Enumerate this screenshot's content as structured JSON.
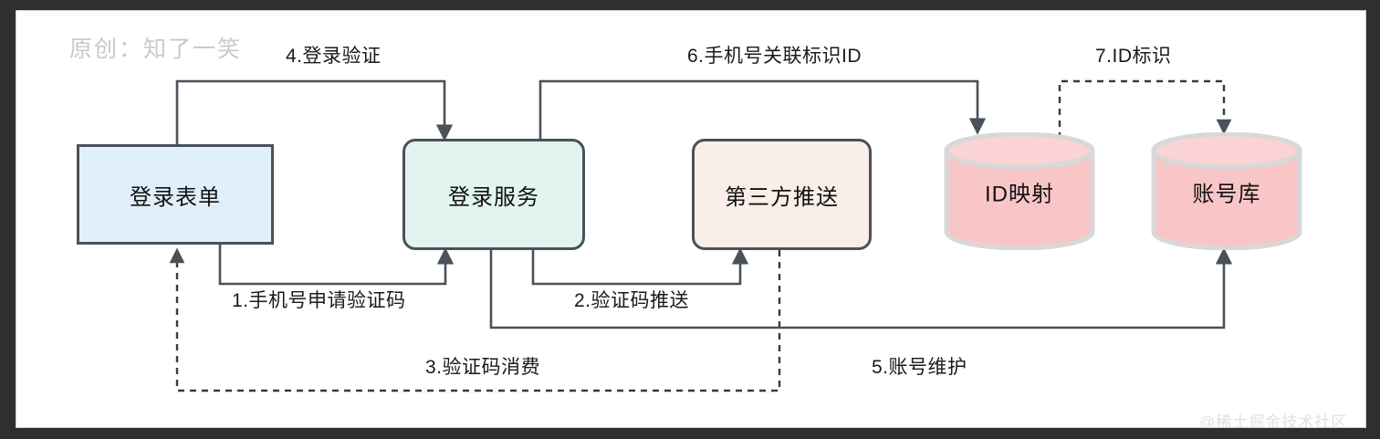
{
  "diagram": {
    "title_watermark": "原创：知了一笑",
    "footer_watermark": "@稀土掘金技术社区",
    "nodes": [
      {
        "id": "login-form",
        "label": "登录表单",
        "shape": "rect",
        "fill": "#e1effa",
        "stroke": "#4a5159"
      },
      {
        "id": "login-service",
        "label": "登录服务",
        "shape": "rounded",
        "fill": "#e2f4ef",
        "stroke": "#4a5159"
      },
      {
        "id": "third-party-push",
        "label": "第三方推送",
        "shape": "rounded",
        "fill": "#f9efe8",
        "stroke": "#4a5159"
      },
      {
        "id": "id-mapping",
        "label": "ID映射",
        "shape": "cylinder",
        "fill": "#f9c6c8",
        "stroke": "#d6d6d6"
      },
      {
        "id": "account-db",
        "label": "账号库",
        "shape": "cylinder",
        "fill": "#f9c6c8",
        "stroke": "#d6d6d6"
      }
    ],
    "edges": [
      {
        "n": "1",
        "label": "1.手机号申请验证码",
        "from": "login-form",
        "to": "login-service",
        "style": "solid"
      },
      {
        "n": "2",
        "label": "2.验证码推送",
        "from": "login-service",
        "to": "third-party-push",
        "style": "solid"
      },
      {
        "n": "3",
        "label": "3.验证码消费",
        "from": "third-party-push",
        "to": "login-form",
        "style": "dashed"
      },
      {
        "n": "4",
        "label": "4.登录验证",
        "from": "login-form",
        "to": "login-service",
        "style": "solid"
      },
      {
        "n": "5",
        "label": "5.账号维护",
        "from": "login-service",
        "to": "account-db",
        "style": "solid"
      },
      {
        "n": "6",
        "label": "6.手机号关联标识ID",
        "from": "login-service",
        "to": "id-mapping",
        "style": "solid"
      },
      {
        "n": "7",
        "label": "7.ID标识",
        "from": "id-mapping",
        "to": "account-db",
        "style": "dashed"
      }
    ]
  }
}
